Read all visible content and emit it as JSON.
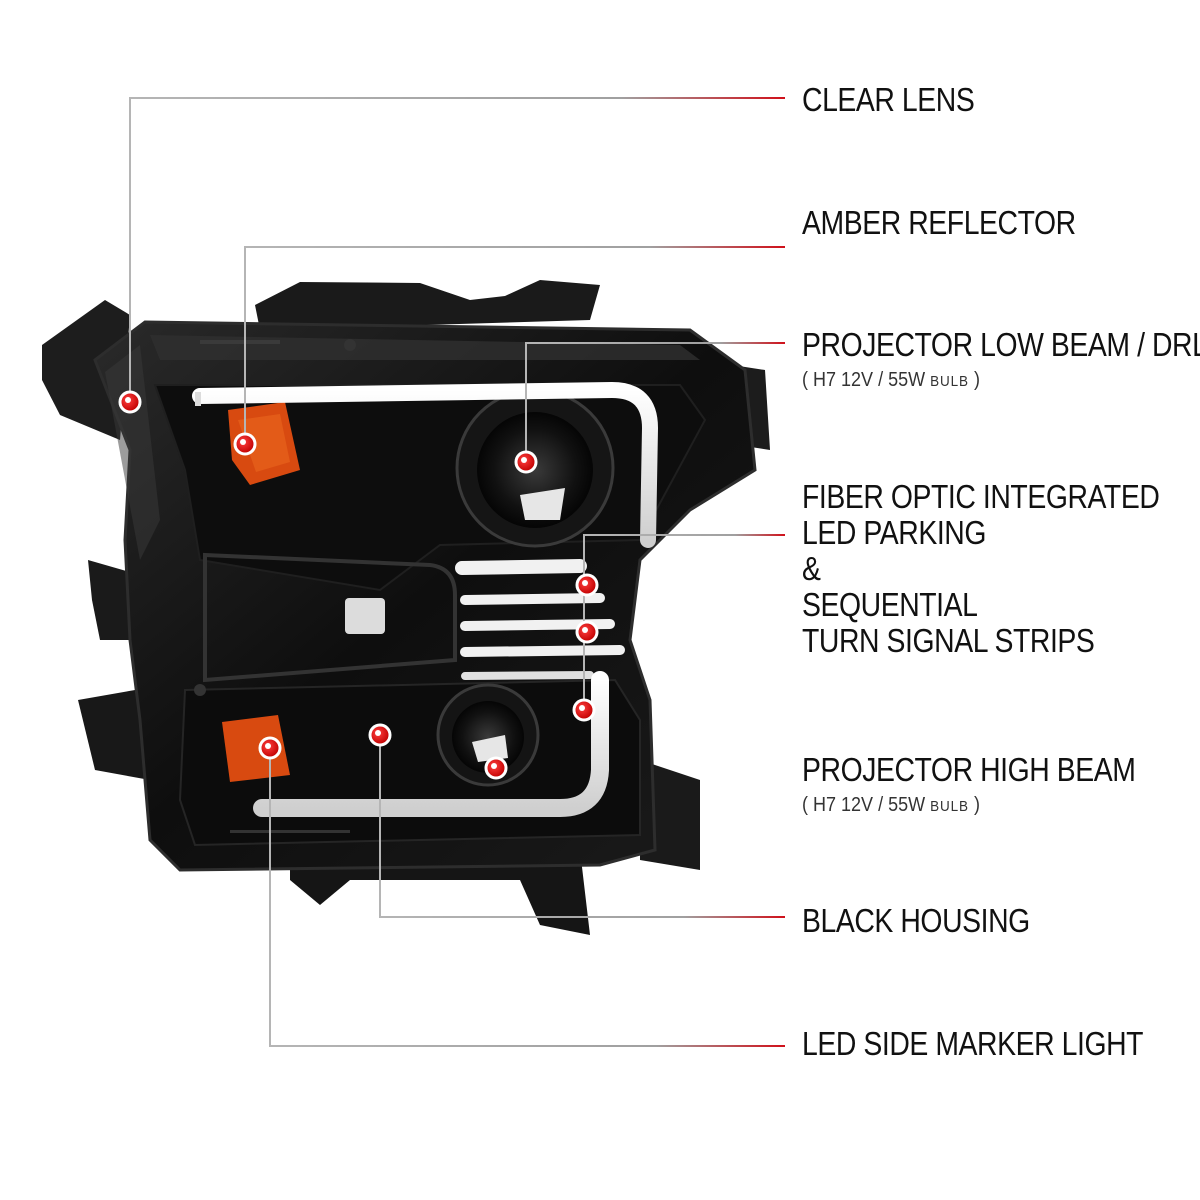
{
  "callouts": {
    "clear_lens": "CLEAR LENS",
    "amber_reflector": "AMBER REFLECTOR",
    "projector_low_beam": "PROJECTOR LOW BEAM / DRL",
    "projector_low_beam_spec": {
      "open": "(",
      "bulb": "H7",
      "spec": "12V / 55W",
      "unit": "BULB",
      "close": ")"
    },
    "fiber_optic": [
      "FIBER OPTIC INTEGRATED",
      "LED PARKING",
      "&",
      "SEQUENTIAL",
      "TURN SIGNAL STRIPS"
    ],
    "projector_high_beam": "PROJECTOR HIGH BEAM",
    "projector_high_beam_spec": {
      "open": "(",
      "bulb": "H7",
      "spec": "12V / 55W",
      "unit": "BULB",
      "close": ")"
    },
    "black_housing": "BLACK HOUSING",
    "led_side_marker": "LED SIDE MARKER LIGHT"
  },
  "colors": {
    "accent_red": "#d0101a",
    "leader_gray": "#a9a9a9",
    "housing_black": "#121212",
    "amber": "#d84a10",
    "light_bar": "#f1f1f1"
  }
}
